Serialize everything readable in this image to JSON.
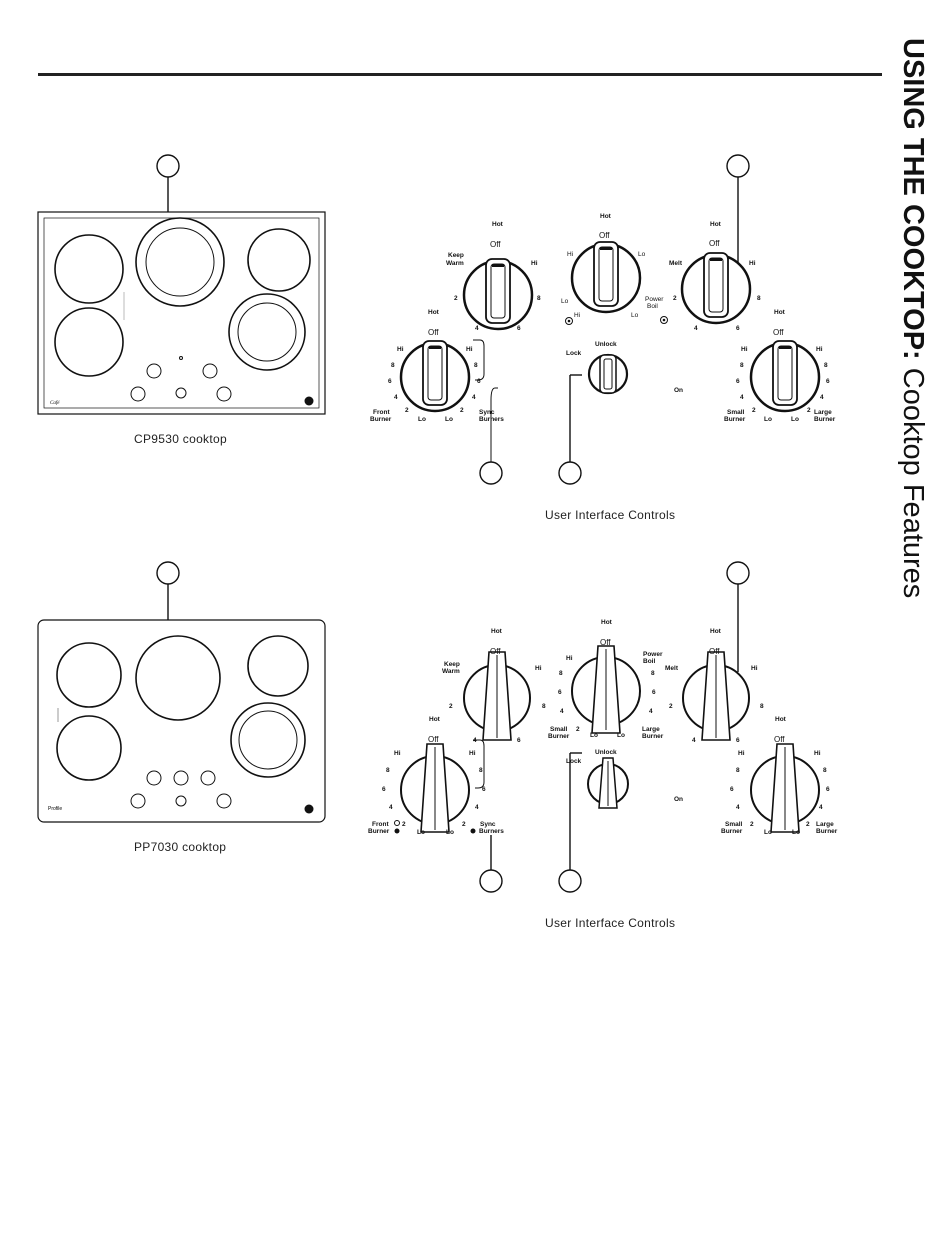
{
  "section": {
    "title_bold": "USING THE COOKTOP:",
    "title_regular": " Cooktop Features"
  },
  "figure1": {
    "caption_left": "CP9530 cooktop",
    "caption_right": "User Interface Controls",
    "brand": "Café",
    "top_left_knob": {
      "hot": "Hot",
      "off": "Off",
      "keep_warm_1": "Keep",
      "keep_warm_2": "Warm",
      "hi": "Hi",
      "n8": "8",
      "n6": "6",
      "n4": "4",
      "n2": "2"
    },
    "top_center_knob": {
      "hot": "Hot",
      "off": "Off",
      "hi": "Hi",
      "lo": "Lo",
      "lo2": "Lo",
      "hi2": "Hi",
      "lo3": "Lo",
      "power_boil_1": "Power",
      "power_boil_2": "Boil"
    },
    "top_right_knob": {
      "hot": "Hot",
      "off": "Off",
      "melt": "Melt",
      "hi": "Hi",
      "n8": "8",
      "n6": "6",
      "n4": "4",
      "n2": "2"
    },
    "bottom_left_knob": {
      "hot": "Hot",
      "off": "Off",
      "hi_l": "Hi",
      "hi_r": "Hi",
      "n8_l": "8",
      "n8_r": "8",
      "n6_l": "6",
      "n6_r": "6",
      "n4_l": "4",
      "n4_r": "4",
      "n2_l": "2",
      "n2_r": "2",
      "lo_l": "Lo",
      "lo_r": "Lo",
      "front_1": "Front",
      "front_2": "Burner",
      "sync_1": "Sync",
      "sync_2": "Burners"
    },
    "lock": {
      "lock": "Lock",
      "unlock": "Unlock",
      "on": "On"
    },
    "bottom_right_knob": {
      "hot": "Hot",
      "off": "Off",
      "hi_l": "Hi",
      "hi_r": "Hi",
      "n8_l": "8",
      "n8_r": "8",
      "n6_l": "6",
      "n6_r": "6",
      "n4_l": "4",
      "n4_r": "4",
      "n2_l": "2",
      "n2_r": "2",
      "lo_l": "Lo",
      "lo_r": "Lo",
      "small_1": "Small",
      "small_2": "Burner",
      "large_1": "Large",
      "large_2": "Burner"
    }
  },
  "figure2": {
    "caption_left": "PP7030 cooktop",
    "caption_right": "User Interface Controls",
    "brand": "Profile",
    "top_left_knob": {
      "hot": "Hot",
      "off": "Off",
      "keep_warm_1": "Keep",
      "keep_warm_2": "Warm",
      "hi": "Hi",
      "n8": "8",
      "n6": "6",
      "n4": "4",
      "n2": "2"
    },
    "top_center_knob": {
      "hot": "Hot",
      "off": "Off",
      "hi": "Hi",
      "power_boil_1": "Power",
      "power_boil_2": "Boil",
      "n8_l": "8",
      "n8_r": "8",
      "n6_l": "6",
      "n6_r": "6",
      "n4_l": "4",
      "n4_r": "4",
      "n2": "2",
      "lo_l": "Lo",
      "lo_r": "Lo",
      "small_1": "Small",
      "small_2": "Burner",
      "large_1": "Large",
      "large_2": "Burner"
    },
    "top_right_knob": {
      "hot": "Hot",
      "off": "Off",
      "melt": "Melt",
      "hi": "Hi",
      "n8": "8",
      "n6": "6",
      "n4": "4",
      "n2": "2"
    },
    "bottom_left_knob": {
      "hot": "Hot",
      "off": "Off",
      "hi_l": "Hi",
      "hi_r": "Hi",
      "n8_l": "8",
      "n8_r": "8",
      "n6_l": "6",
      "n6_r": "6",
      "n4_l": "4",
      "n4_r": "4",
      "n2_l": "2",
      "n2_r": "2",
      "lo_l": "Lo",
      "lo_r": "Lo",
      "front_1": "Front",
      "front_2": "Burner",
      "sync_1": "Sync",
      "sync_2": "Burners"
    },
    "lock": {
      "lock": "Lock",
      "unlock": "Unlock",
      "on": "On"
    },
    "bottom_right_knob": {
      "hot": "Hot",
      "off": "Off",
      "hi_l": "Hi",
      "hi_r": "Hi",
      "n8_l": "8",
      "n8_r": "8",
      "n6_l": "6",
      "n6_r": "6",
      "n4_l": "4",
      "n4_r": "4",
      "n2_l": "2",
      "n2_r": "2",
      "lo_l": "Lo",
      "lo_r": "Lo",
      "small_1": "Small",
      "small_2": "Burner",
      "large_1": "Large",
      "large_2": "Burner"
    }
  }
}
